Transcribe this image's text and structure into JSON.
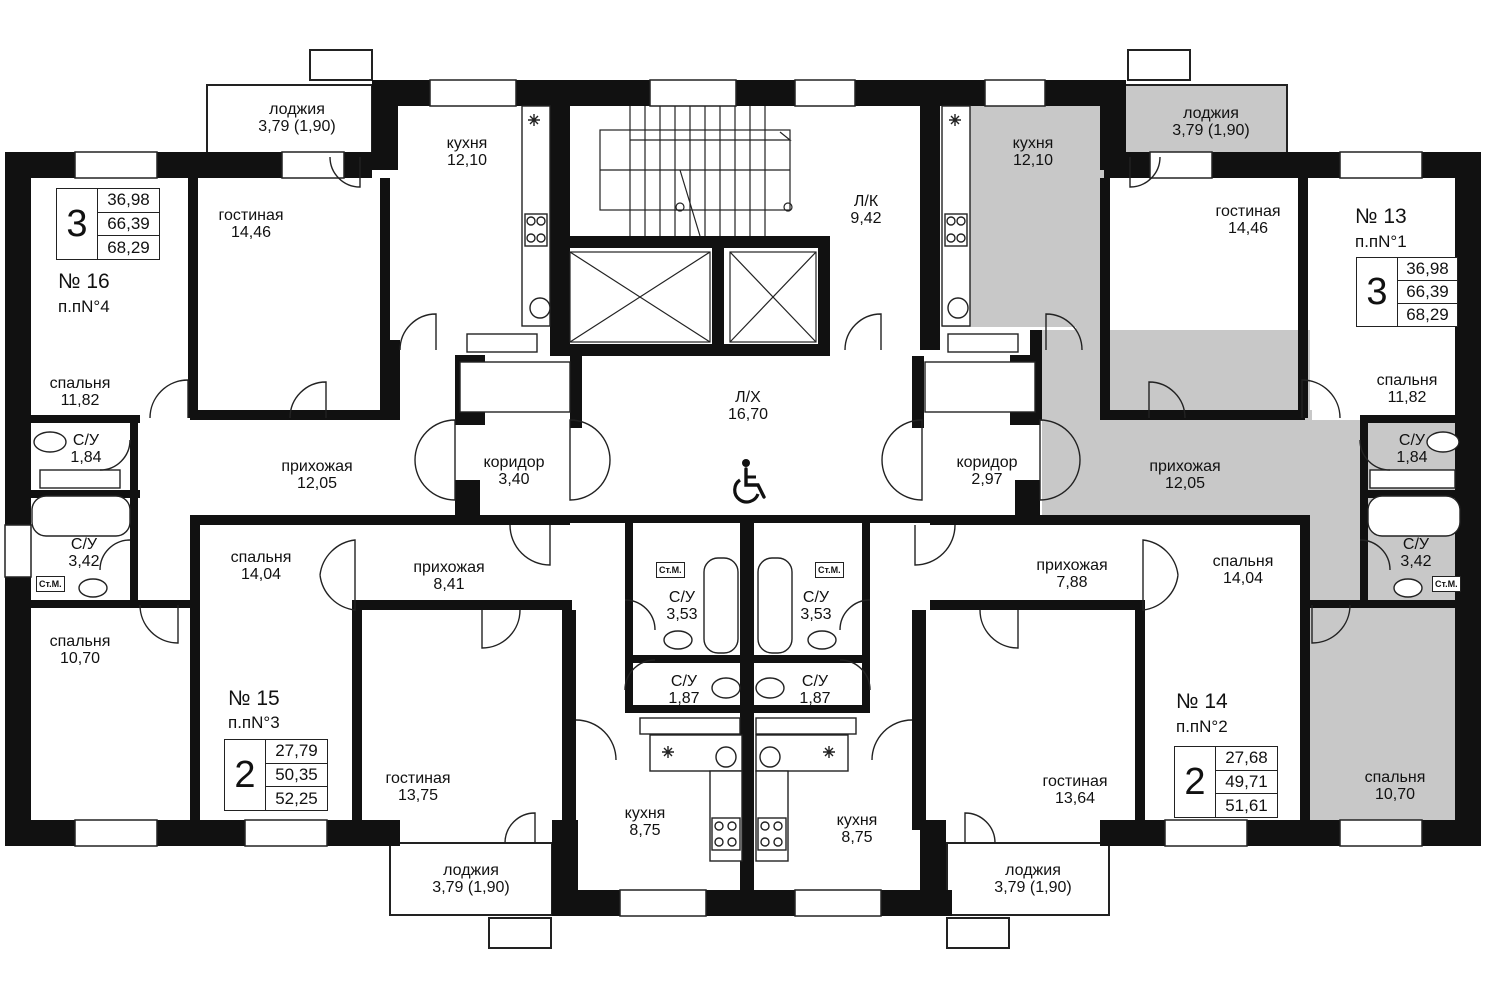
{
  "rooms": {
    "loggia_nw": {
      "name": "лоджия",
      "area": "3,79 (1,90)"
    },
    "kitchen_n1": {
      "name": "кухня",
      "area": "12,10"
    },
    "lk": {
      "name": "Л/К",
      "area": "9,42"
    },
    "kitchen_n2": {
      "name": "кухня",
      "area": "12,10"
    },
    "loggia_ne": {
      "name": "лоджия",
      "area": "3,79 (1,90)"
    },
    "living_16": {
      "name": "гостиная",
      "area": "14,46"
    },
    "living_13": {
      "name": "гостиная",
      "area": "14,46"
    },
    "bed_16a": {
      "name": "спальня",
      "area": "11,82"
    },
    "bed_13a": {
      "name": "спальня",
      "area": "11,82"
    },
    "wc_16a": {
      "name": "С/У",
      "area": "1,84"
    },
    "wc_13a": {
      "name": "С/У",
      "area": "1,84"
    },
    "hall_16": {
      "name": "прихожая",
      "area": "12,05"
    },
    "hall_13": {
      "name": "прихожая",
      "area": "12,05"
    },
    "lh": {
      "name": "Л/Х",
      "area": "16,70"
    },
    "corr_w": {
      "name": "коридор",
      "area": "3,40"
    },
    "corr_e": {
      "name": "коридор",
      "area": "2,97"
    },
    "wc_16b": {
      "name": "С/У",
      "area": "3,42"
    },
    "wc_13b": {
      "name": "С/У",
      "area": "3,42"
    },
    "bed_15": {
      "name": "спальня",
      "area": "14,04"
    },
    "bed_14": {
      "name": "спальня",
      "area": "14,04"
    },
    "hall_15": {
      "name": "прихожая",
      "area": "8,41"
    },
    "hall_14": {
      "name": "прихожая",
      "area": "7,88"
    },
    "wc_15a": {
      "name": "С/У",
      "area": "3,53"
    },
    "wc_14a": {
      "name": "С/У",
      "area": "3,53"
    },
    "bed_16b": {
      "name": "спальня",
      "area": "10,70"
    },
    "bed_13b": {
      "name": "спальня",
      "area": "10,70"
    },
    "wc_15b": {
      "name": "С/У",
      "area": "1,87"
    },
    "wc_14b": {
      "name": "С/У",
      "area": "1,87"
    },
    "living_15": {
      "name": "гостиная",
      "area": "13,75"
    },
    "living_14": {
      "name": "гостиная",
      "area": "13,64"
    },
    "kitchen_15": {
      "name": "кухня",
      "area": "8,75"
    },
    "kitchen_14": {
      "name": "кухня",
      "area": "8,75"
    },
    "loggia_sw": {
      "name": "лоджия",
      "area": "3,79 (1,90)"
    },
    "loggia_se": {
      "name": "лоджия",
      "area": "3,79 (1,90)"
    }
  },
  "apartments": {
    "a16": {
      "number": "№ 16",
      "sub": "п.пN°4",
      "rooms": "3",
      "living": "36,98",
      "total": "66,39",
      "total_loggia": "68,29"
    },
    "a13": {
      "number": "№ 13",
      "sub": "п.пN°1",
      "rooms": "3",
      "living": "36,98",
      "total": "66,39",
      "total_loggia": "68,29"
    },
    "a15": {
      "number": "№ 15",
      "sub": "п.пN°3",
      "rooms": "2",
      "living": "27,79",
      "total": "50,35",
      "total_loggia": "52,25"
    },
    "a14": {
      "number": "№ 14",
      "sub": "п.пN°2",
      "rooms": "2",
      "living": "27,68",
      "total": "49,71",
      "total_loggia": "51,61"
    }
  },
  "washer_label": "Ст.М.",
  "colors": {
    "wall": "#111111",
    "highlight": "#c8c8c8",
    "background": "#ffffff"
  },
  "icons": [
    "wheelchair-icon",
    "stove-icon",
    "sink-icon",
    "bathtub-icon",
    "toilet-icon",
    "vent-icon",
    "elevator-icon",
    "staircase-icon"
  ]
}
